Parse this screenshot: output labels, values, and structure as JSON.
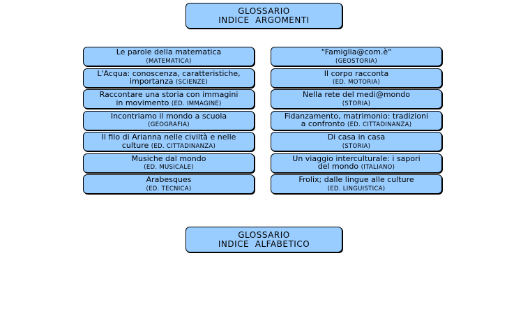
{
  "header": {
    "line1": "GLOSSARIO",
    "line2": "INDICE  ARGOMENTI"
  },
  "footer": {
    "line1": "GLOSSARIO",
    "line2": "INDICE  ALFABETICO"
  },
  "colors": {
    "button_fill": "#99ccff",
    "button_border": "#000000",
    "background": "#ffffff"
  },
  "topics_left": [
    {
      "line1": "Le parole della matematica",
      "line2_text": "",
      "subject": "(MATEMATICA)"
    },
    {
      "line1": "L'Acqua: conoscenza,  caratteristiche,",
      "line2_text": "importanza ",
      "subject": "(SCIENZE)"
    },
    {
      "line1": "Raccontare una storia con immagini",
      "line2_text": "in movimento ",
      "subject": "(ED. IMMAGINE)"
    },
    {
      "line1": "Incontriamo il mondo a scuola",
      "line2_text": "",
      "subject": "(GEOGRAFIA)"
    },
    {
      "line1": "Il filo di Arianna nelle civiltà e nelle",
      "line2_text": "culture ",
      "subject": "(ED. CITTADINANZA)"
    },
    {
      "line1": "Musiche dal mondo",
      "line2_text": "",
      "subject": "(ED. MUSICALE)"
    },
    {
      "line1": "Arabesques",
      "line2_text": "",
      "subject": "(ED. TECNICA)"
    }
  ],
  "topics_right": [
    {
      "line1": "\"Famiglia@com.è\"",
      "line2_text": "",
      "subject": "(GEOSTORIA)"
    },
    {
      "line1": "Il corpo racconta",
      "line2_text": "",
      "subject": "(ED. MOTORIA)"
    },
    {
      "line1": "Nella rete del medi@mondo",
      "line2_text": "",
      "subject": "(STORIA)"
    },
    {
      "line1": "Fidanzamento, matrimonio: tradizioni",
      "line2_text": "a confronto ",
      "subject": "(ED. CITTADINANZA)"
    },
    {
      "line1": "Di casa in casa",
      "line2_text": "",
      "subject": "(STORIA)"
    },
    {
      "line1": "Un viaggio interculturale: i sapori",
      "line2_text": "del mondo ",
      "subject": "(ITALIANO)"
    },
    {
      "line1": "Frolix; dalle lingue alle culture",
      "line2_text": "",
      "subject": "(ED. LINGUISTICA)"
    }
  ]
}
